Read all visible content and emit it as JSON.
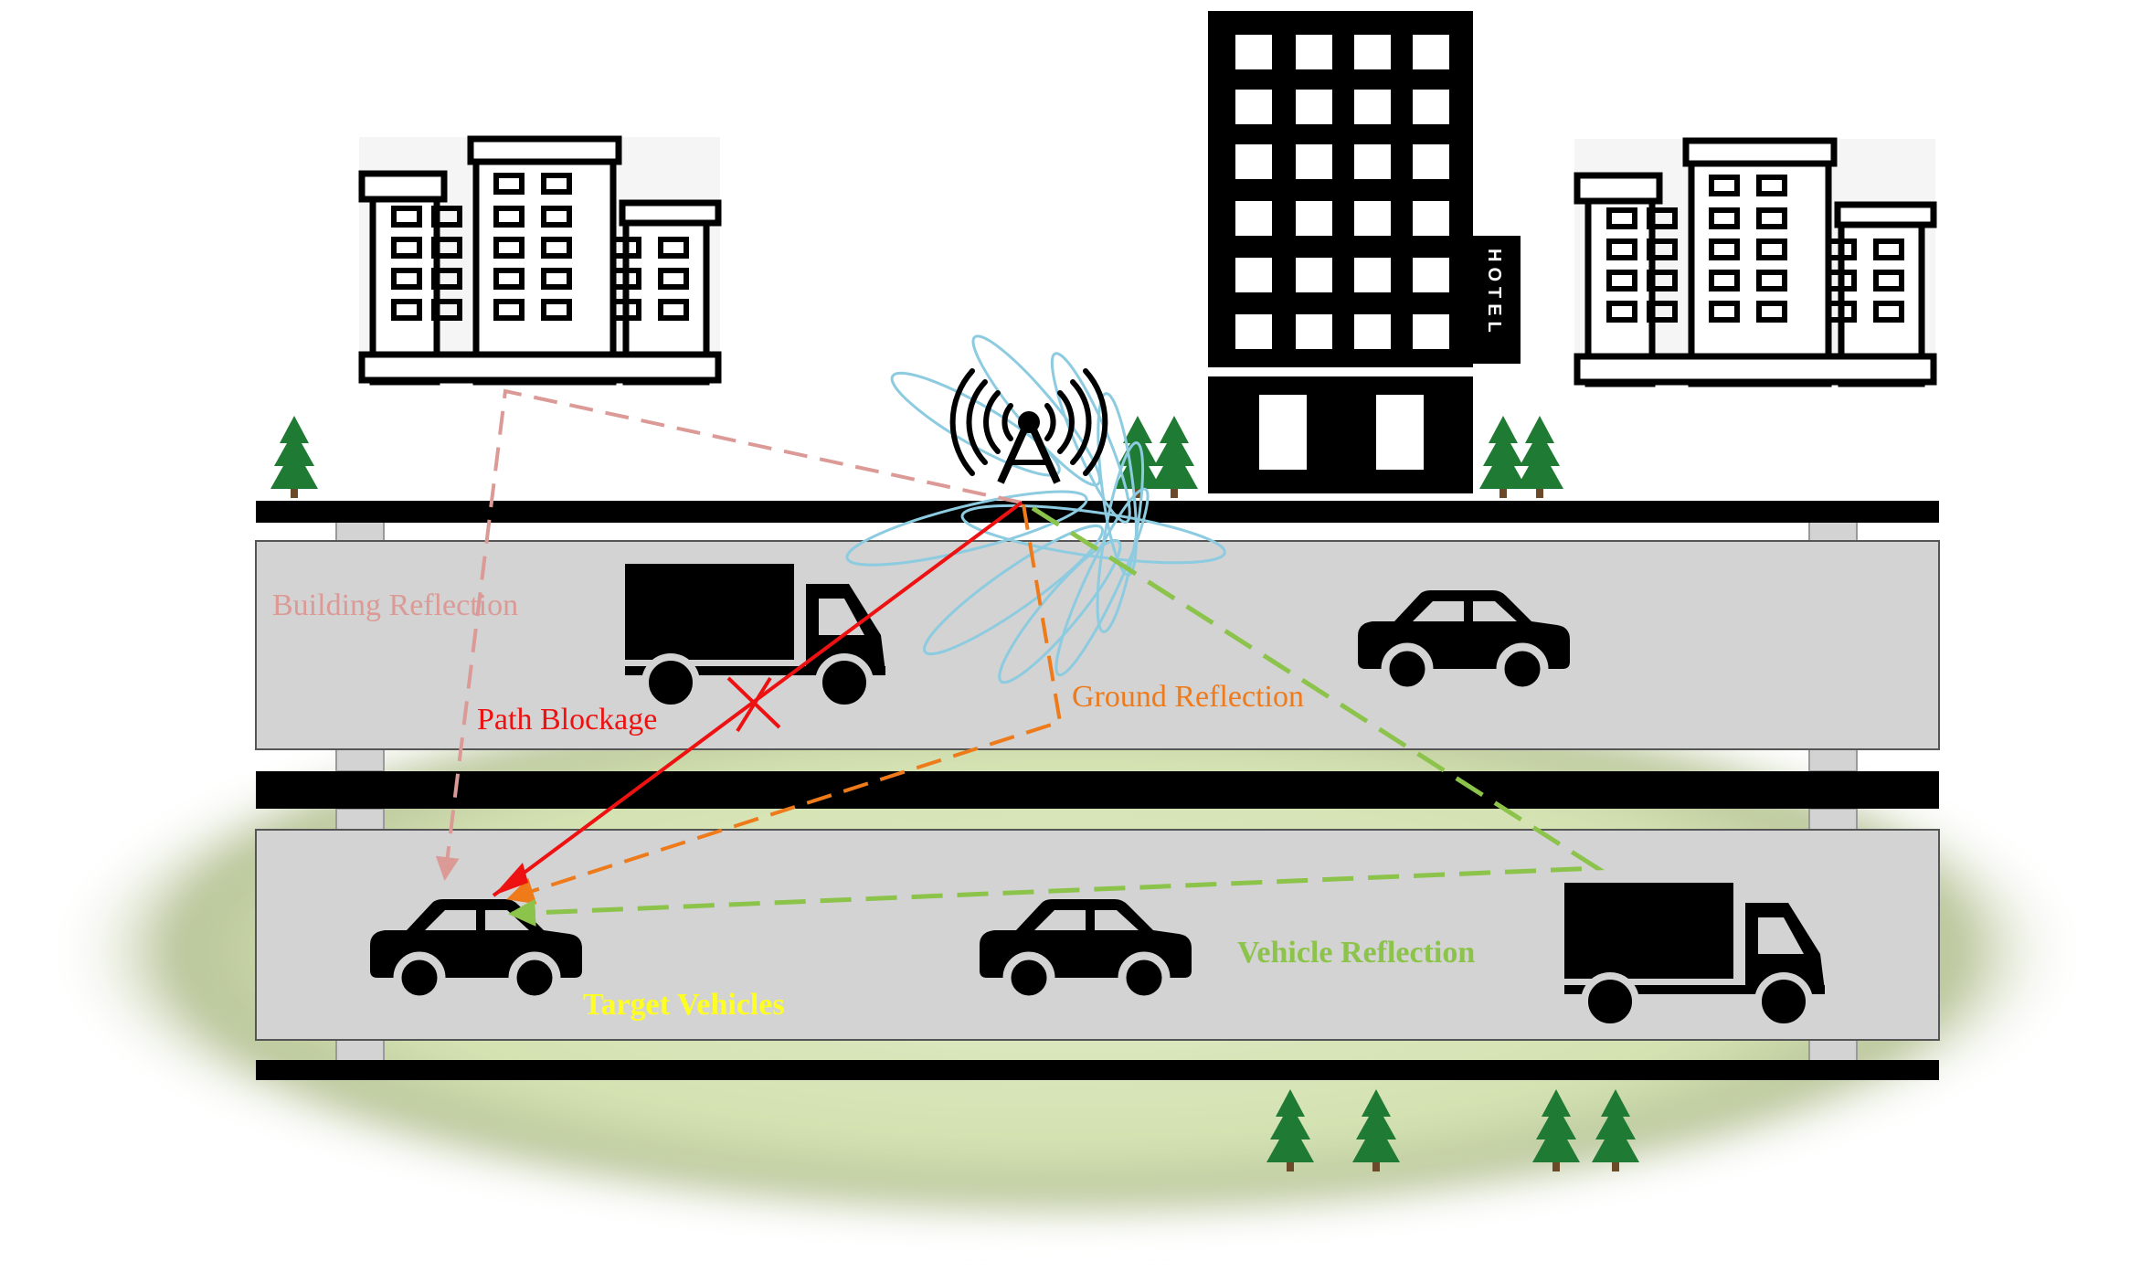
{
  "labels": {
    "building_reflection": "Building Reflection",
    "path_blockage": "Path Blockage",
    "ground_reflection": "Ground Reflection",
    "vehicle_reflection": "Vehicle Reflection",
    "target_vehicles": "Target Vehicles",
    "hotel_sign": "HOTEL"
  },
  "colors": {
    "building_reflection": "#dc9a96",
    "path_blockage": "#ee1111",
    "ground_reflection": "#ee7a1a",
    "vehicle_reflection": "#8cc34a",
    "target_vehicles": "#ffff22",
    "beam": "#8ccbe0",
    "road": "#000000",
    "lane": "#d3d3d3",
    "ground_glow": "#cfdfb0",
    "tree": "#1f7a34"
  },
  "icons": [
    "building-icon",
    "hotel-icon",
    "tree-icon",
    "base-station-icon",
    "truck-icon",
    "car-icon"
  ]
}
